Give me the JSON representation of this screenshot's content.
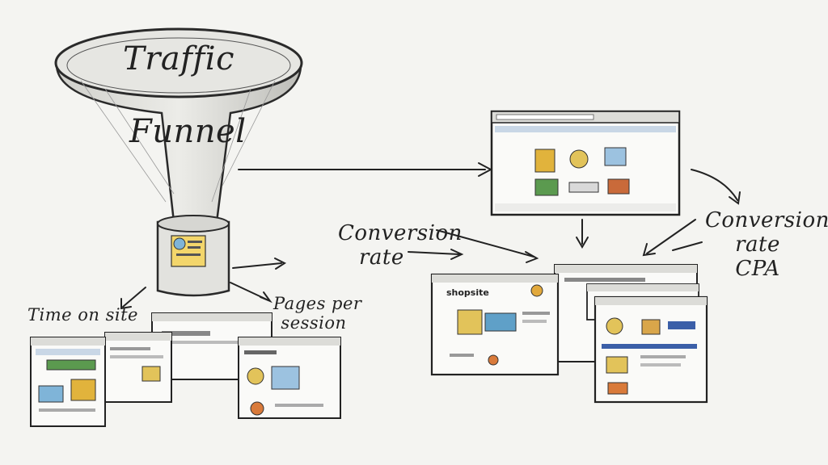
{
  "labels": {
    "funnel_top": "Traffic",
    "funnel_body": "Funnel",
    "time_on_site": "Time on site",
    "pages_per_session_1": "Pages per",
    "pages_per_session_2": "session",
    "conversion_rate_left_1": "Conversion",
    "conversion_rate_left_2": "rate",
    "conversion_right_1": "Conversion",
    "conversion_right_2": "rate",
    "conversion_right_3": "CPA",
    "site_logo": "shopsite"
  },
  "icons": [
    "funnel-icon",
    "browser-window-icon",
    "arrow-icon",
    "globe-icon"
  ]
}
